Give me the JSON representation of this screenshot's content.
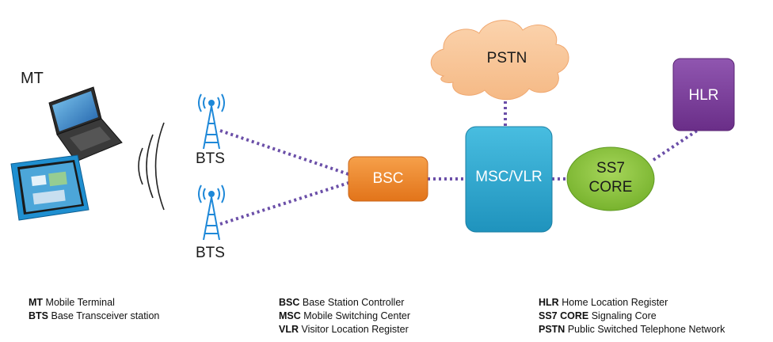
{
  "labels": {
    "mt": "MT",
    "bts_top": "BTS",
    "bts_bottom": "BTS",
    "bsc": "BSC",
    "msc_vlr": "MSC/VLR",
    "ss7_line1": "SS7",
    "ss7_line2": "CORE",
    "pstn": "PSTN",
    "hlr": "HLR"
  },
  "legend": [
    [
      {
        "abbr": "MT",
        "text": "Mobile Terminal"
      },
      {
        "abbr": "BTS",
        "text": "Base Transceiver station"
      }
    ],
    [
      {
        "abbr": "BSC",
        "text": "Base Station Controller"
      },
      {
        "abbr": "MSC",
        "text": "Mobile Switching Center"
      },
      {
        "abbr": "VLR",
        "text": "Visitor Location Register"
      }
    ],
    [
      {
        "abbr": "HLR",
        "text": "Home  Location Register"
      },
      {
        "abbr": "SS7 CORE",
        "text": "Signaling Core"
      },
      {
        "abbr": "PSTN",
        "text": "Public Switched Telephone Network"
      }
    ]
  ],
  "colors": {
    "link": "#6b4fa8",
    "bsc": "#f08a24",
    "msc": "#2ea9cf",
    "ss7": "#8cc63f",
    "hlr": "#7b3f98",
    "pstn": "#f9c79a",
    "tower": "#1e88d8"
  },
  "icons": [
    "laptop-icon",
    "tablet-icon",
    "wireless-wave-icon",
    "cell-tower-icon"
  ]
}
